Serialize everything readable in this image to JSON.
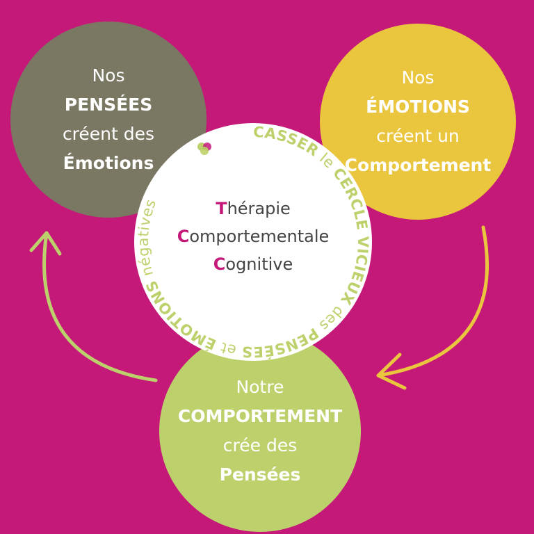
{
  "colors": {
    "background": "#c5197a",
    "thoughts_circle": "#7a7763",
    "emotions_circle": "#eac53e",
    "behavior_circle": "#bcd16b",
    "center_circle": "#ffffff",
    "ring_text": "#bcd16b",
    "accent": "#c5197a",
    "arrow_left": "#bcd16b",
    "arrow_right": "#eac53e"
  },
  "nodes": {
    "thoughts": {
      "line1": "Nos",
      "line2": "PENSÉES",
      "line3": "créent des",
      "line4": "Émotions"
    },
    "emotions": {
      "line1": "Nos",
      "line2": "ÉMOTIONS",
      "line3": "créent un",
      "line4": "Comportement"
    },
    "behavior": {
      "line1": "Notre",
      "line2": "COMPORTEMENT",
      "line3": "crée des",
      "line4": "Pensées"
    }
  },
  "center": {
    "line1_initial": "T",
    "line1_rest": "hérapie",
    "line2_initial": "C",
    "line2_rest": "omportementale",
    "line3_initial": "C",
    "line3_rest": "ognitive"
  },
  "ring": {
    "segments": [
      {
        "text": "CASSER",
        "weight": "bold"
      },
      {
        "text": " le ",
        "weight": "normal"
      },
      {
        "text": "CERCLE VICIEUX",
        "weight": "bold"
      },
      {
        "text": " des ",
        "weight": "normal"
      },
      {
        "text": "PENSÉES",
        "weight": "bold"
      },
      {
        "text": " et ",
        "weight": "normal"
      },
      {
        "text": "ÉMOTIONS",
        "weight": "bold"
      },
      {
        "text": " négatives",
        "weight": "normal"
      }
    ]
  },
  "icons": {
    "logo": "brain-icon",
    "arrow_left": "curved-arrow-icon",
    "arrow_right": "curved-arrow-icon"
  }
}
